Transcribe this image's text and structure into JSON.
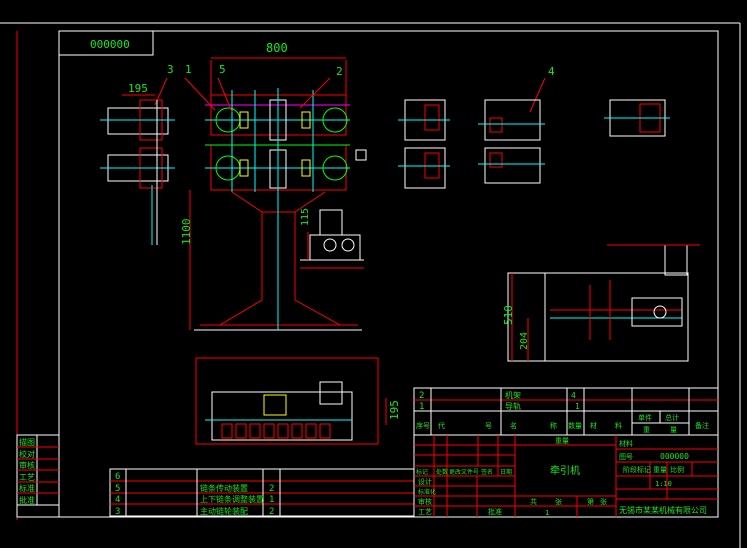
{
  "drawing_box": {
    "code": "000000"
  },
  "dimensions": {
    "front_width": "800",
    "side_offset": "195",
    "height": "1100",
    "motor_offset": "115",
    "plan_height": "510",
    "plan_offset": "204",
    "bottom_view_offset": "195"
  },
  "callouts": [
    "1",
    "2",
    "3",
    "4",
    "5"
  ],
  "approval_block": [
    "描图",
    "校对",
    "审核",
    "工艺",
    "标准",
    "批准"
  ],
  "parts_list": {
    "rows": [
      {
        "no": "6",
        "name": "",
        "qty": ""
      },
      {
        "no": "5",
        "name": "链条传动装置",
        "qty": "2"
      },
      {
        "no": "4",
        "name": "上下链条调整装置",
        "qty": "1"
      },
      {
        "no": "3",
        "name": "主动链轮装配",
        "qty": "2"
      }
    ]
  },
  "title_block": {
    "upper_rows": [
      {
        "no": "2",
        "name": "机架",
        "qty": "4"
      },
      {
        "no": "1",
        "name": "导轨",
        "qty": "1"
      }
    ],
    "header": [
      "序号",
      "代",
      "号",
      "名",
      "称",
      "数量",
      "材",
      "料",
      "单件",
      "总计",
      "备注"
    ],
    "header_sub": [
      "重",
      "量"
    ],
    "mark_label": "标记",
    "zone_label": "处数",
    "change_label": "更改文件号",
    "sign_label": "签名",
    "date_label": "日期",
    "design_label": "设计",
    "standard_label": "标准化",
    "drawing_title": "牵引机",
    "stage_label": "阶段标记",
    "weight_label": "重量",
    "scale_label": "比例",
    "material_label": "材料",
    "scale_value": "1:10",
    "drawing_no_label": "图号",
    "drawing_no": "000000",
    "sheet_total": "共",
    "sheet_total_unit": "张",
    "sheet_no": "第",
    "sheet_no_unit": "张",
    "approve_label": "批准",
    "review_label": "审核",
    "process_label": "工艺",
    "company": "无锡市某某机械有限公司",
    "sheet_hint": "1"
  },
  "colors": {
    "text": "#19e619",
    "frame": "#ffffff",
    "outline": "#ff0000",
    "centerline": "#00ffff"
  }
}
